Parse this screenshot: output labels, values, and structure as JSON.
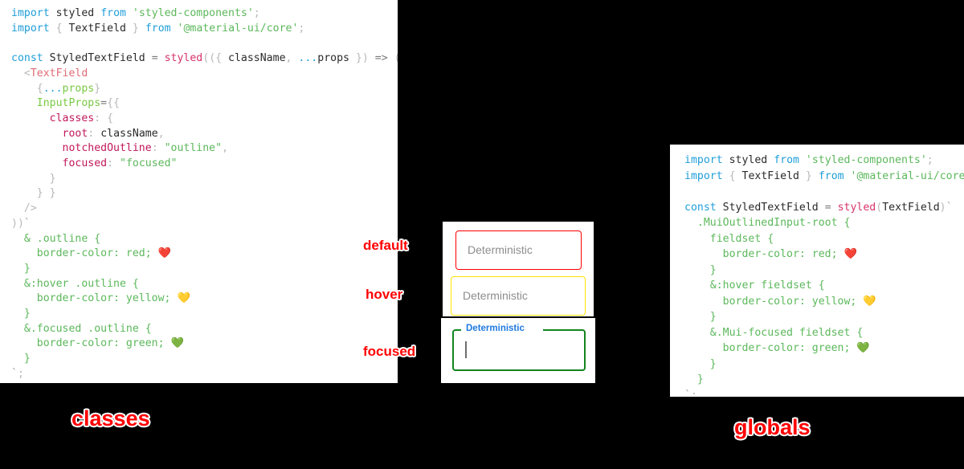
{
  "left_panel": {
    "name": "classes-code-panel",
    "caption": "classes",
    "lines": [
      "import styled from 'styled-components';",
      "import { TextField } from '@material-ui/core';",
      "",
      "const StyledTextField = styled(({ className, ...props }) => (",
      "  <TextField",
      "    {...props}",
      "    InputProps={{",
      "      classes: {",
      "        root: className,",
      "        notchedOutline: \"outline\",",
      "        focused: \"focused\"",
      "      }",
      "    }}",
      "  />",
      "))`",
      "  & .outline {",
      "    border-color: red; ❤️",
      "  }",
      "  &:hover .outline {",
      "    border-color: yellow; 💛",
      "  }",
      "  &.focused .outline {",
      "    border-color: green; 💚",
      "  }",
      "`;"
    ]
  },
  "right_panel": {
    "name": "globals-code-panel",
    "caption": "globals",
    "lines": [
      "import styled from 'styled-components';",
      "import { TextField } from '@material-ui/core';",
      "",
      "const StyledTextField = styled(TextField)`",
      "  .MuiOutlinedInput-root {",
      "    fieldset {",
      "      border-color: red; ❤️",
      "    }",
      "    &:hover fieldset {",
      "      border-color: yellow; 💛",
      "    }",
      "    &.Mui-focused fieldset {",
      "      border-color: green; 💚",
      "    }",
      "  }",
      "`;"
    ]
  },
  "demo": {
    "fields": [
      {
        "state_label": "default",
        "text": "Deterministic",
        "border_color": "#ff0000",
        "has_floating_label": false
      },
      {
        "state_label": "hover",
        "text": "Deterministic",
        "border_color": "#ffe400",
        "has_floating_label": false
      },
      {
        "state_label": "focused",
        "text": "",
        "floating_label": "Deterministic",
        "floating_label_color": "#1f7ae0",
        "border_color": "#12851f",
        "has_floating_label": true
      }
    ]
  },
  "annotations": {
    "color": "#ff0000",
    "outline_color": "#ffffff"
  }
}
